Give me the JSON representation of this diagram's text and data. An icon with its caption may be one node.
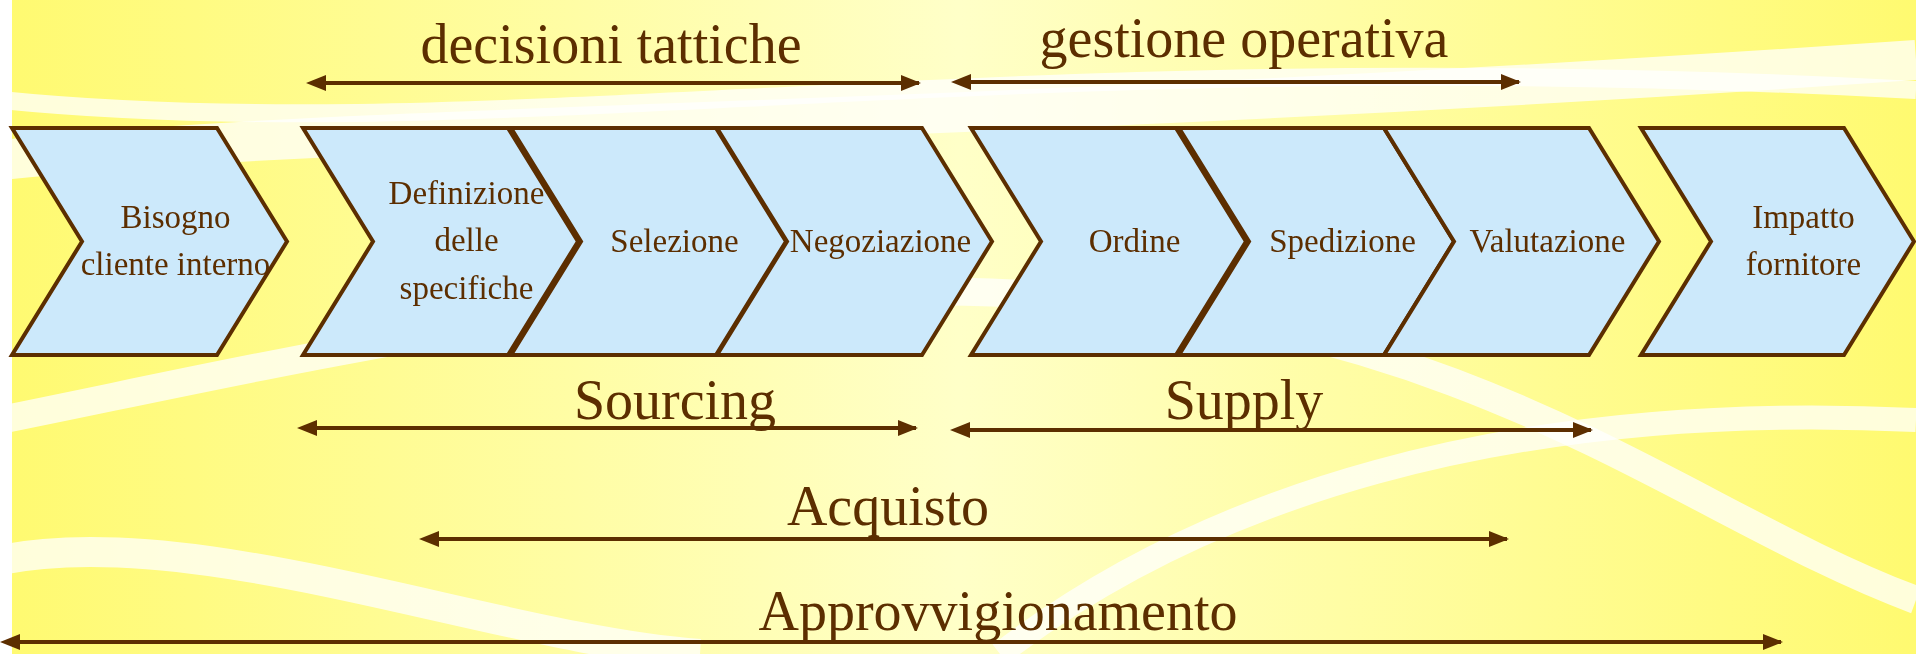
{
  "diagram": {
    "nodes": [
      {
        "text": [
          "Bisogno cliente interno"
        ]
      },
      {
        "text": [
          "Definizione delle specifiche"
        ]
      },
      {
        "text": [
          "Selezione"
        ]
      },
      {
        "text": [
          "Negoziazione"
        ]
      },
      {
        "text": [
          "Ordine"
        ]
      },
      {
        "text": [
          "Spedizione"
        ]
      },
      {
        "text": [
          "Valutazione"
        ]
      },
      {
        "text": [
          "Impatto fornitore"
        ]
      }
    ],
    "labels": [
      "decisioni tattiche",
      "gestione operativa",
      "Sourcing",
      "Supply",
      "Acquisto",
      "Approvvigionamento"
    ]
  }
}
